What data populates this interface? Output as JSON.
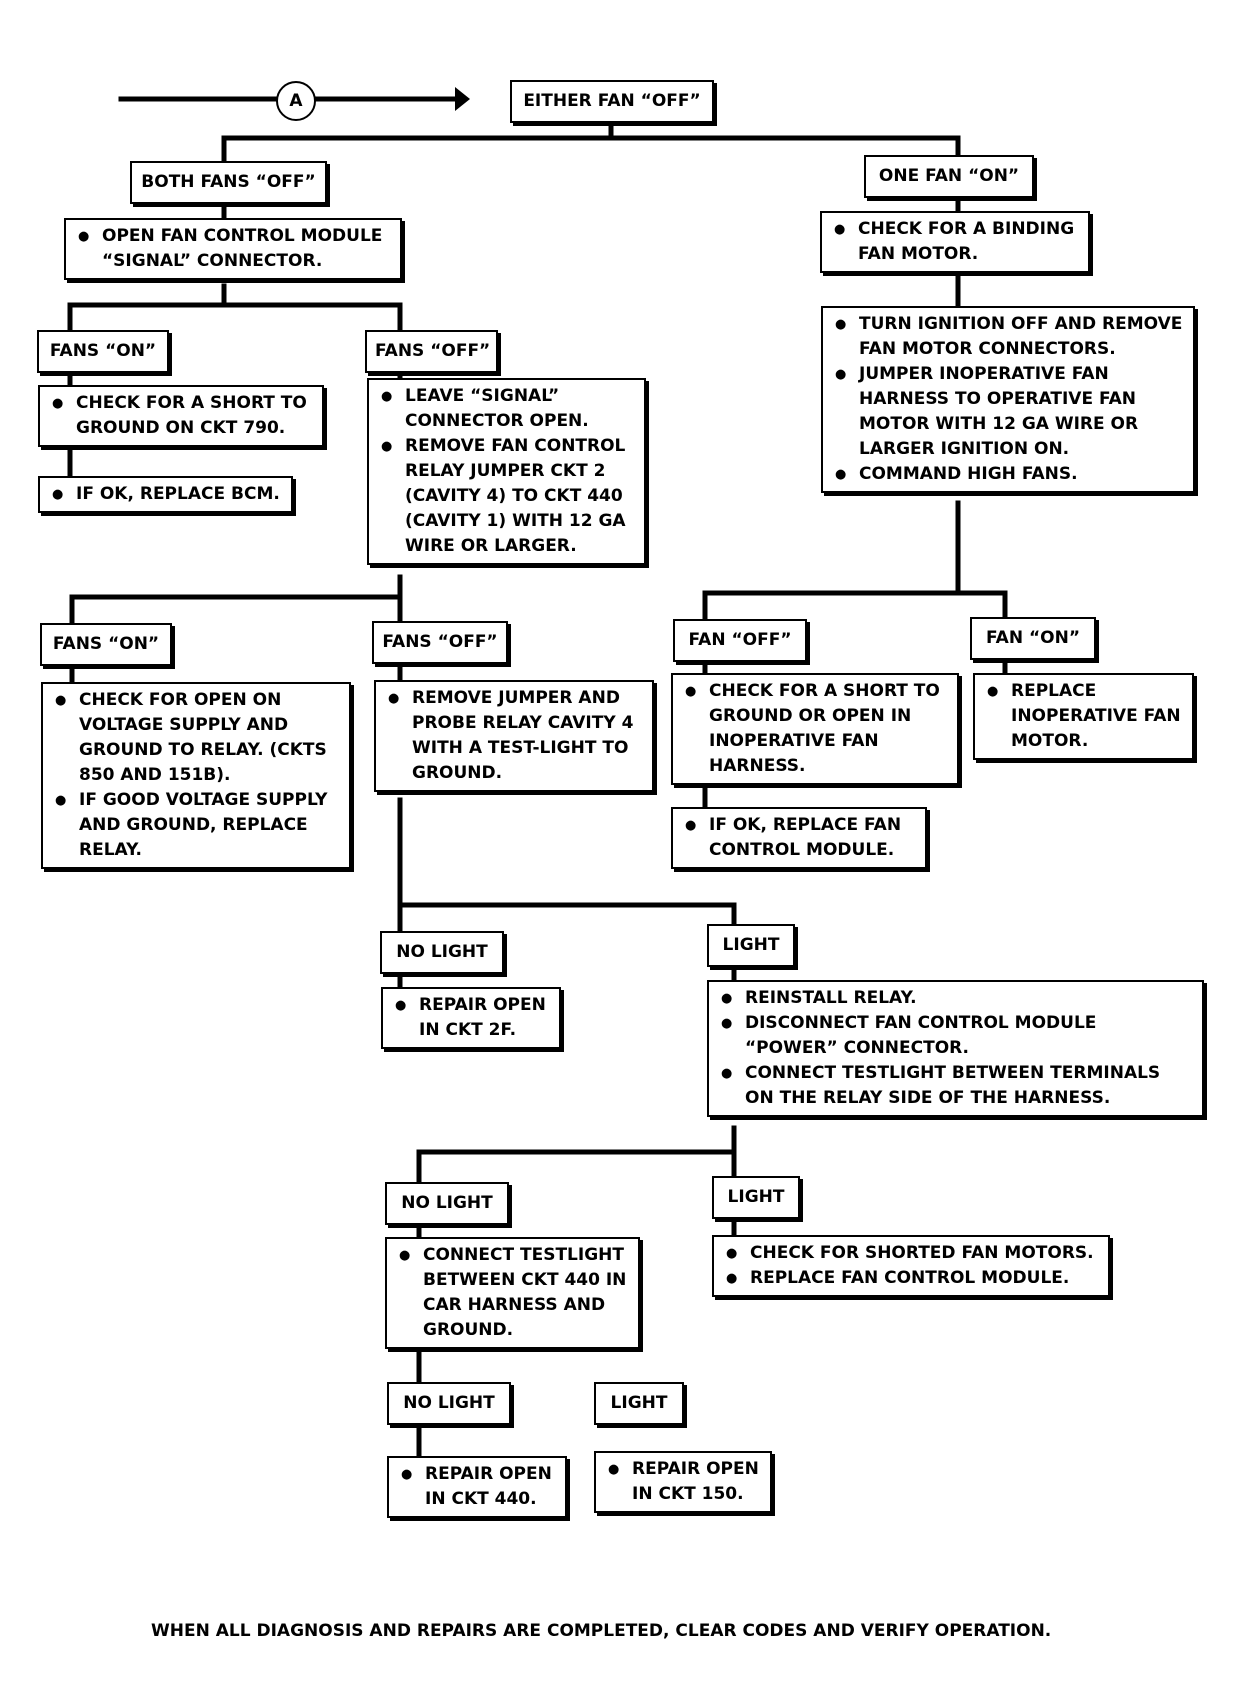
{
  "connector": "A",
  "start": "EITHER FAN “OFF”",
  "both_fans_off": {
    "label": "BOTH FANS “OFF”",
    "step": [
      "OPEN FAN CONTROL MODULE “SIGNAL” CONNECTOR."
    ],
    "fans_on": {
      "label": "FANS “ON”",
      "step": [
        "CHECK FOR A SHORT TO GROUND ON CKT 790."
      ],
      "step2": [
        "IF OK, REPLACE BCM."
      ]
    },
    "fans_off": {
      "label": "FANS “OFF”",
      "step": [
        "LEAVE “SIGNAL” CONNECTOR OPEN.",
        "REMOVE FAN CONTROL RELAY JUMPER CKT 2 (CAVITY 4) TO CKT 440 (CAVITY 1) WITH 12 GA WIRE OR LARGER."
      ],
      "fans_on": {
        "label": "FANS “ON”",
        "step": [
          "CHECK FOR OPEN ON VOLTAGE SUPPLY AND GROUND TO RELAY. (CKTS 850 AND 151B).",
          "IF GOOD VOLTAGE SUPPLY AND GROUND, REPLACE RELAY."
        ]
      },
      "fans_off": {
        "label": "FANS “OFF”",
        "step": [
          "REMOVE JUMPER AND PROBE RELAY CAVITY 4 WITH A TEST-LIGHT TO GROUND."
        ],
        "no_light": {
          "label": "NO LIGHT",
          "step": [
            "REPAIR OPEN IN CKT 2F."
          ]
        },
        "light": {
          "label": "LIGHT",
          "step": [
            "REINSTALL RELAY.",
            "DISCONNECT FAN CONTROL MODULE “POWER” CONNECTOR.",
            "CONNECT TESTLIGHT BETWEEN TERMINALS ON THE RELAY SIDE OF THE HARNESS."
          ],
          "no_light": {
            "label": "NO LIGHT",
            "step": [
              "CONNECT TESTLIGHT BETWEEN CKT 440 IN CAR HARNESS AND GROUND."
            ],
            "no_light": {
              "label": "NO LIGHT",
              "step": [
                "REPAIR OPEN IN CKT 440."
              ]
            },
            "light": {
              "label": "LIGHT",
              "step": [
                "REPAIR OPEN IN CKT 150."
              ]
            }
          },
          "light": {
            "label": "LIGHT",
            "step": [
              "CHECK FOR SHORTED FAN MOTORS.",
              "REPLACE FAN CONTROL MODULE."
            ]
          }
        }
      }
    }
  },
  "one_fan_on": {
    "label": "ONE FAN “ON”",
    "step": [
      "CHECK FOR A BINDING FAN MOTOR."
    ],
    "step2": [
      "TURN IGNITION OFF AND REMOVE FAN MOTOR CONNECTORS.",
      "JUMPER INOPERATIVE FAN HARNESS TO OPERATIVE FAN MOTOR WITH 12 GA WIRE OR LARGER IGNITION ON.",
      "COMMAND HIGH FANS."
    ],
    "fan_off": {
      "label": "FAN “OFF”",
      "step": [
        "CHECK FOR A SHORT TO GROUND OR OPEN IN INOPERATIVE FAN HARNESS."
      ],
      "step2": [
        "IF OK, REPLACE FAN CONTROL MODULE."
      ]
    },
    "fan_on": {
      "label": "FAN “ON”",
      "step": [
        "REPLACE INOPERATIVE FAN MOTOR."
      ]
    }
  },
  "footer": "WHEN ALL DIAGNOSIS AND REPAIRS ARE COMPLETED, CLEAR CODES AND VERIFY OPERATION."
}
